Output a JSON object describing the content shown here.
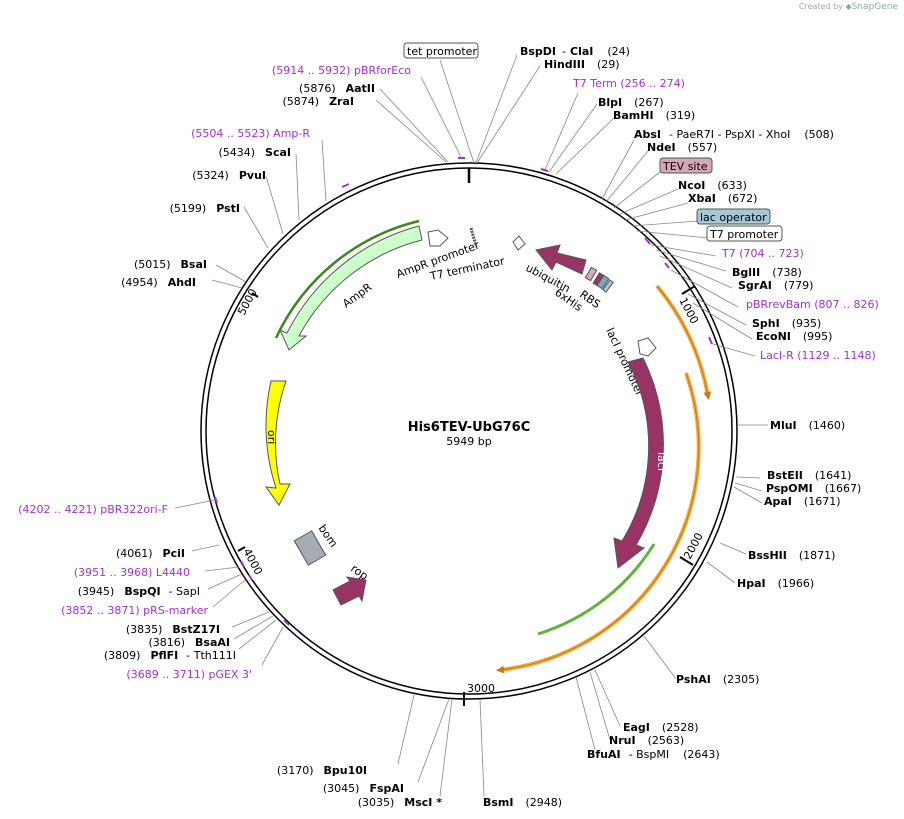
{
  "credit": {
    "prefix": "Created by",
    "brand": "SnapGene"
  },
  "plasmid": {
    "name": "His6TEV-UbG76C",
    "size": "5949 bp"
  },
  "ticks": [
    "1000",
    "2000",
    "3000",
    "4000",
    "5000"
  ],
  "features": {
    "AmpR": "AmpR",
    "AmpR_promoter": "AmpR promoter",
    "T7_terminator": "T7 terminator",
    "ubiquitin": "ubiquitin",
    "RBS": "RBS",
    "His": "6xHis",
    "lacI_promoter": "lacI promoter",
    "lacI": "lacI",
    "ori": "ori",
    "bom": "bom",
    "rop": "rop"
  },
  "boxed": {
    "tet_promoter": "tet promoter",
    "TEV_site": "TEV site",
    "lac_operator": "lac operator",
    "T7_promoter": "T7 promoter"
  },
  "sites": {
    "bspdi": {
      "name": "BspDI",
      "sep": "-",
      "name2": "ClaI",
      "pos": "(24)"
    },
    "hindiii": {
      "name": "HindIII",
      "pos": "(29)"
    },
    "blpi": {
      "name": "BlpI",
      "pos": "(267)"
    },
    "bamhi": {
      "name": "BamHI",
      "pos": "(319)"
    },
    "absi": {
      "name": "AbsI",
      "rest": "- PaeR7I - PspXI - XhoI",
      "pos": "(508)"
    },
    "ndei": {
      "name": "NdeI",
      "pos": "(557)"
    },
    "ncoi": {
      "name": "NcoI",
      "pos": "(633)"
    },
    "xbai": {
      "name": "XbaI",
      "pos": "(672)"
    },
    "bglii": {
      "name": "BglII",
      "pos": "(738)"
    },
    "sgrai": {
      "name": "SgrAI",
      "pos": "(779)"
    },
    "sphi": {
      "name": "SphI",
      "pos": "(935)"
    },
    "econi": {
      "name": "EcoNI",
      "pos": "(995)"
    },
    "mlui": {
      "name": "MluI",
      "pos": "(1460)"
    },
    "bsteii": {
      "name": "BstEII",
      "pos": "(1641)"
    },
    "pspomi": {
      "name": "PspOMI",
      "pos": "(1667)"
    },
    "apai": {
      "name": "ApaI",
      "pos": "(1671)"
    },
    "bsshii": {
      "name": "BssHII",
      "pos": "(1871)"
    },
    "hpai": {
      "name": "HpaI",
      "pos": "(1966)"
    },
    "pshai": {
      "name": "PshAI",
      "pos": "(2305)"
    },
    "eagi": {
      "name": "EagI",
      "pos": "(2528)"
    },
    "nrui": {
      "name": "NruI",
      "pos": "(2563)"
    },
    "bfuai": {
      "name": "BfuAI",
      "rest": "- BspMI",
      "pos": "(2643)"
    },
    "bsmi": {
      "name": "BsmI",
      "pos": "(2948)"
    },
    "msci": {
      "name": "MscI *",
      "pos": "(3035)"
    },
    "fspai": {
      "name": "FspAI",
      "pos": "(3045)"
    },
    "bpu10i": {
      "name": "Bpu10I",
      "pos": "(3170)"
    },
    "pflfi": {
      "name": "PflFI",
      "rest": "- Tth111I",
      "pos": "(3809)"
    },
    "bsaai": {
      "name": "BsaAI",
      "pos": "(3816)"
    },
    "bstz17i": {
      "name": "BstZ17I",
      "pos": "(3835)"
    },
    "bspqi": {
      "name": "BspQI",
      "rest": "- SapI",
      "pos": "(3945)"
    },
    "pcii": {
      "name": "PciI",
      "pos": "(4061)"
    },
    "ahdi": {
      "name": "AhdI",
      "pos": "(4954)"
    },
    "bsai": {
      "name": "BsaI",
      "pos": "(5015)"
    },
    "psti": {
      "name": "PstI",
      "pos": "(5199)"
    },
    "pvui": {
      "name": "PvuI",
      "pos": "(5324)"
    },
    "scai": {
      "name": "ScaI",
      "pos": "(5434)"
    },
    "zrai": {
      "name": "ZraI",
      "pos": "(5874)"
    },
    "aatii": {
      "name": "AatII",
      "pos": "(5876)"
    }
  },
  "primers": {
    "pbrforeco": "(5914 .. 5932)  pBRforEco",
    "t7term": "T7 Term    (256 .. 274)",
    "ampr_primer": "(5504 .. 5523)  Amp-R",
    "t7": "T7    (704 .. 723)",
    "pbrrevbam": "pBRrevBam    (807 .. 826)",
    "lacir": "LacI-R    (1129 .. 1148)",
    "pbr322ori": "(4202 .. 4221)  pBR322ori-F",
    "l4440": "(3951 .. 3968)  L4440",
    "prsmarker": "(3852 .. 3871)  pRS-marker",
    "pgex3": "(3689 .. 3711)  pGEX 3'"
  },
  "colors": {
    "ampr": "#ccffcc",
    "ori": "#ffff00",
    "lacI": "#993366",
    "bom": "#a6acb3",
    "rbs_tev": "#d7a6bb",
    "his": "#7fa8b3",
    "lac_operator": "#a6c8d4",
    "primer": "#a52fd1",
    "orange_arrow": "#f2a73b",
    "green_arrow": "#63b33b"
  }
}
